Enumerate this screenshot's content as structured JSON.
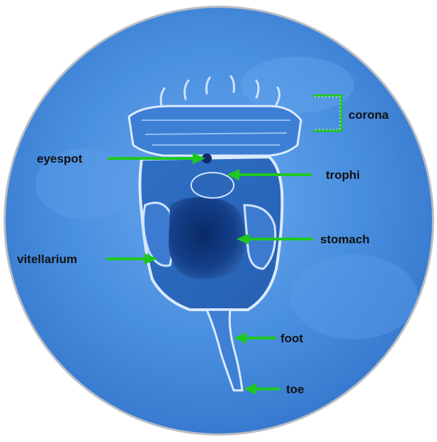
{
  "labels": {
    "corona": "corona",
    "eyespot": "eyespot",
    "trophi": "trophi",
    "stomach": "stomach",
    "vitellarium": "vitellarium",
    "foot": "foot",
    "toe": "toe"
  },
  "colors": {
    "field_blue": "#3f86dc",
    "field_blue_light": "#6aa8ee",
    "rim": "#8a8f96",
    "arrow_green": "#1ec81e",
    "label_text": "#111111",
    "background": "#ffffff"
  }
}
